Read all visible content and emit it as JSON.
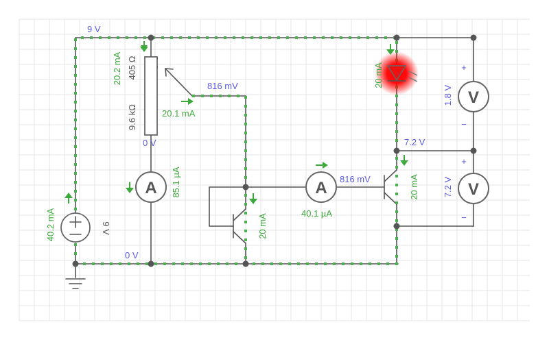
{
  "labels": {
    "supply_top": "9 V",
    "pot_current_vertical": "20.2 mA",
    "pot_upper_resistance": "405 Ω",
    "pot_lower_resistance": "9.6 kΩ",
    "pot_bottom_voltage": "0 V",
    "wiper_voltage": "816 mV",
    "wiper_current": "20.1 mA",
    "ammeter1_current": "85.1 µA",
    "ground_voltage": "0 V",
    "supply_current": "40.2 mA",
    "battery_voltage": "9 V",
    "q1_current": "20 mA",
    "ammeter2_current": "40.1 µA",
    "q2_base_voltage": "816 mV",
    "q2_collector_current": "20 mA",
    "led_current": "20 mA",
    "collector_voltage": "7.2 V",
    "voltmeter1_reading": "1.8 V",
    "voltmeter2_reading": "7.2 V"
  },
  "meters": {
    "ammeter_symbol": "A",
    "voltmeter_symbol": "V",
    "plus_sign": "+",
    "minus_sign": "−"
  },
  "colors": {
    "wire": "#555555",
    "current_flow": "#4caf50",
    "current_label": "#3da93d",
    "voltage_label": "#5a5ae6",
    "led_glow": "#ff0000",
    "grid": "#e6e6e6"
  }
}
